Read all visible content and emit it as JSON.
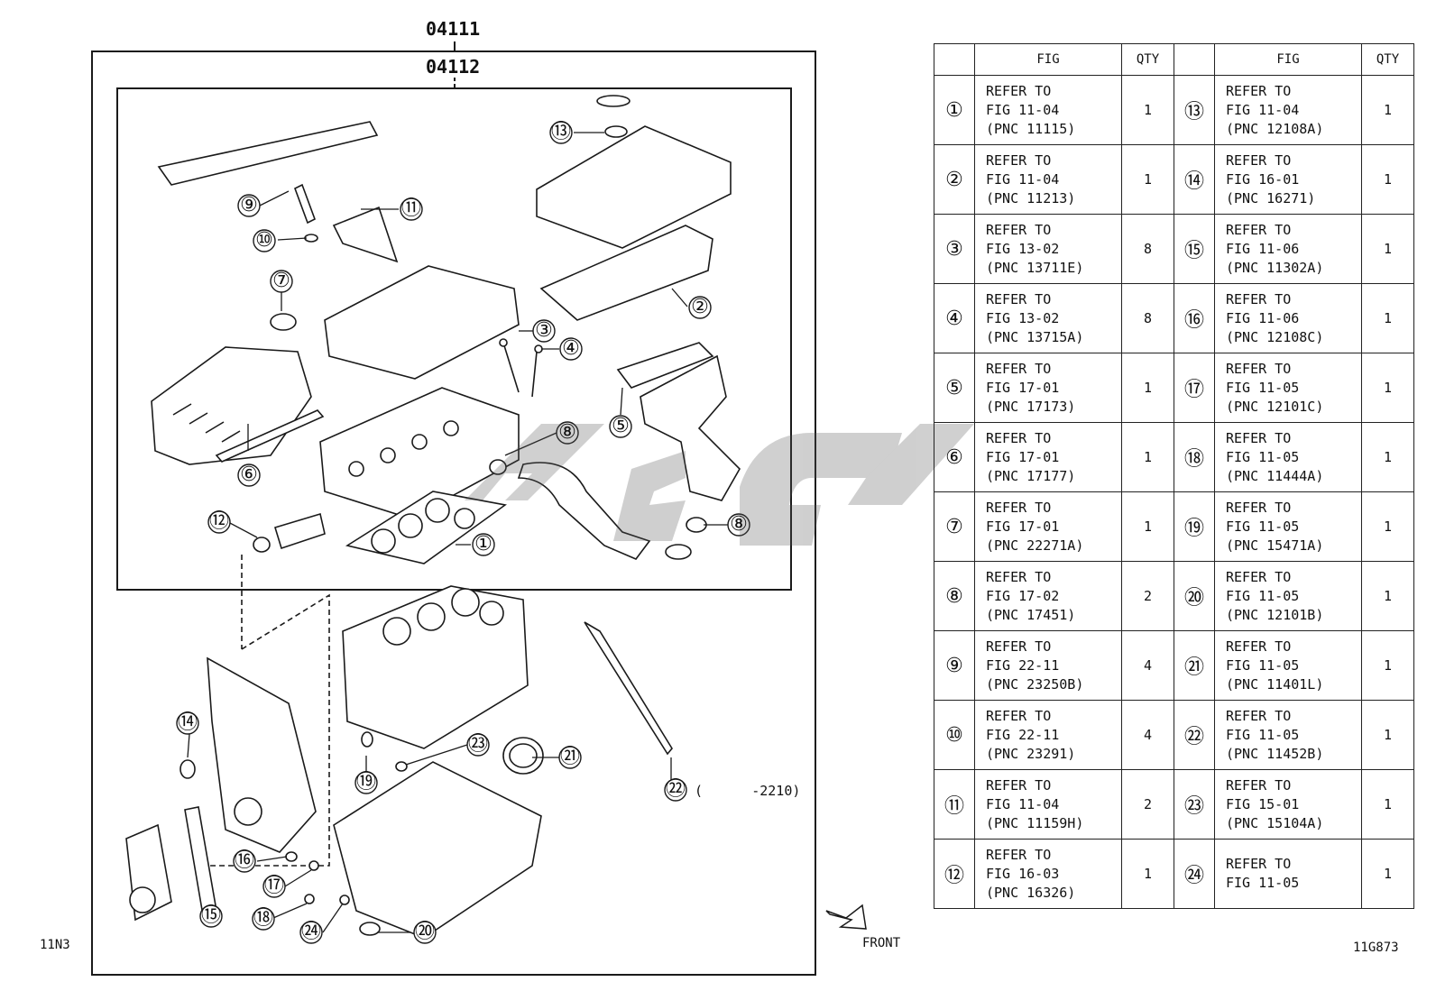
{
  "header": {
    "assembly_code_outer": "04111",
    "assembly_code_inner": "04112"
  },
  "footer": {
    "left_code": "11N3",
    "right_code": "11G873",
    "front_label": "FRONT"
  },
  "diagram": {
    "callouts": [
      {
        "num": "①"
      },
      {
        "num": "②"
      },
      {
        "num": "③"
      },
      {
        "num": "④"
      },
      {
        "num": "⑤"
      },
      {
        "num": "⑥"
      },
      {
        "num": "⑦"
      },
      {
        "num": "⑧"
      },
      {
        "num": "⑧"
      },
      {
        "num": "⑨"
      },
      {
        "num": "⑩"
      },
      {
        "num": "⑪"
      },
      {
        "num": "⑫"
      },
      {
        "num": "⑬"
      },
      {
        "num": "⑭"
      },
      {
        "num": "⑮"
      },
      {
        "num": "⑯"
      },
      {
        "num": "⑰"
      },
      {
        "num": "⑱"
      },
      {
        "num": "⑲"
      },
      {
        "num": "⑳"
      },
      {
        "num": "㉑"
      },
      {
        "num": "㉒"
      },
      {
        "num": "㉓"
      },
      {
        "num": "㉔"
      }
    ],
    "note_22": "(      -2210)"
  },
  "table": {
    "headers": {
      "fig": "FIG",
      "qty": "QTY"
    },
    "rows": [
      {
        "left": {
          "num": "①",
          "l1": "REFER TO",
          "l2": "FIG 11-04",
          "l3": "(PNC 11115)",
          "qty": "1"
        },
        "right": {
          "num": "⑬",
          "l1": "REFER TO",
          "l2": "FIG 11-04",
          "l3": "(PNC 12108A)",
          "qty": "1"
        }
      },
      {
        "left": {
          "num": "②",
          "l1": "REFER TO",
          "l2": "FIG 11-04",
          "l3": "(PNC 11213)",
          "qty": "1"
        },
        "right": {
          "num": "⑭",
          "l1": "REFER TO",
          "l2": "FIG 16-01",
          "l3": "(PNC 16271)",
          "qty": "1"
        }
      },
      {
        "left": {
          "num": "③",
          "l1": "REFER TO",
          "l2": "FIG 13-02",
          "l3": "(PNC 13711E)",
          "qty": "8"
        },
        "right": {
          "num": "⑮",
          "l1": "REFER TO",
          "l2": "FIG 11-06",
          "l3": "(PNC 11302A)",
          "qty": "1"
        }
      },
      {
        "left": {
          "num": "④",
          "l1": "REFER TO",
          "l2": "FIG 13-02",
          "l3": "(PNC 13715A)",
          "qty": "8"
        },
        "right": {
          "num": "⑯",
          "l1": "REFER TO",
          "l2": "FIG 11-06",
          "l3": "(PNC 12108C)",
          "qty": "1"
        }
      },
      {
        "left": {
          "num": "⑤",
          "l1": "REFER TO",
          "l2": "FIG 17-01",
          "l3": "(PNC 17173)",
          "qty": "1"
        },
        "right": {
          "num": "⑰",
          "l1": "REFER TO",
          "l2": "FIG 11-05",
          "l3": "(PNC 12101C)",
          "qty": "1"
        }
      },
      {
        "left": {
          "num": "⑥",
          "l1": "REFER TO",
          "l2": "FIG 17-01",
          "l3": "(PNC 17177)",
          "qty": "1"
        },
        "right": {
          "num": "⑱",
          "l1": "REFER TO",
          "l2": "FIG 11-05",
          "l3": "(PNC 11444A)",
          "qty": "1"
        }
      },
      {
        "left": {
          "num": "⑦",
          "l1": "REFER TO",
          "l2": "FIG 17-01",
          "l3": "(PNC 22271A)",
          "qty": "1"
        },
        "right": {
          "num": "⑲",
          "l1": "REFER TO",
          "l2": "FIG 11-05",
          "l3": "(PNC 15471A)",
          "qty": "1"
        }
      },
      {
        "left": {
          "num": "⑧",
          "l1": "REFER TO",
          "l2": "FIG 17-02",
          "l3": "(PNC 17451)",
          "qty": "2"
        },
        "right": {
          "num": "⑳",
          "l1": "REFER TO",
          "l2": "FIG 11-05",
          "l3": "(PNC 12101B)",
          "qty": "1"
        }
      },
      {
        "left": {
          "num": "⑨",
          "l1": "REFER TO",
          "l2": "FIG 22-11",
          "l3": "(PNC 23250B)",
          "qty": "4"
        },
        "right": {
          "num": "㉑",
          "l1": "REFER TO",
          "l2": "FIG 11-05",
          "l3": "(PNC 11401L)",
          "qty": "1"
        }
      },
      {
        "left": {
          "num": "⑩",
          "l1": "REFER TO",
          "l2": "FIG 22-11",
          "l3": "(PNC 23291)",
          "qty": "4"
        },
        "right": {
          "num": "㉒",
          "l1": "REFER TO",
          "l2": "FIG 11-05",
          "l3": "(PNC 11452B)",
          "qty": "1"
        }
      },
      {
        "left": {
          "num": "⑪",
          "l1": "REFER TO",
          "l2": "FIG 11-04",
          "l3": "(PNC 11159H)",
          "qty": "2"
        },
        "right": {
          "num": "㉓",
          "l1": "REFER TO",
          "l2": "FIG 15-01",
          "l3": "(PNC 15104A)",
          "qty": "1"
        }
      },
      {
        "left": {
          "num": "⑫",
          "l1": "REFER TO",
          "l2": "FIG 16-03",
          "l3": "(PNC 16326)",
          "qty": "1"
        },
        "right": {
          "num": "㉔",
          "l1": "REFER TO",
          "l2": "FIG 11-05",
          "l3": "",
          "qty": "1"
        }
      }
    ]
  }
}
